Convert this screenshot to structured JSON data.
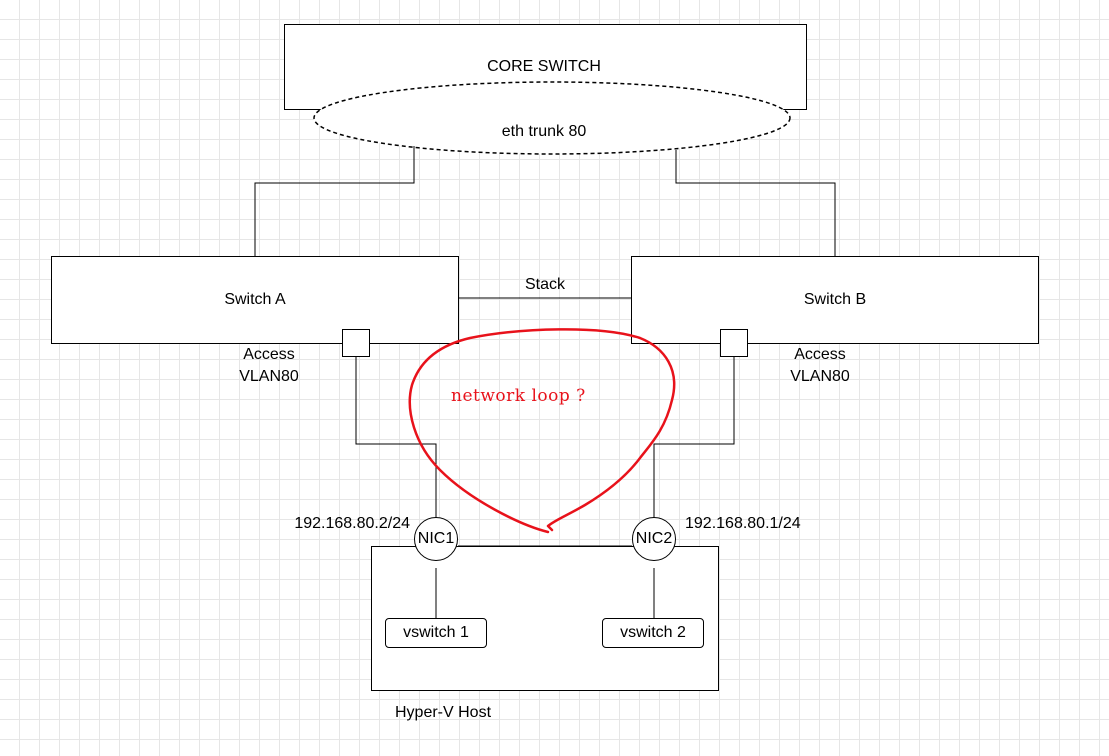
{
  "diagram": {
    "core_switch": {
      "label": "CORE SWITCH"
    },
    "trunk": {
      "label": "eth trunk 80"
    },
    "switch_a": {
      "label": "Switch A",
      "port_mode": "Access",
      "vlan": "VLAN80"
    },
    "switch_b": {
      "label": "Switch B",
      "port_mode": "Access",
      "vlan": "VLAN80"
    },
    "stack_link": {
      "label": "Stack"
    },
    "nic1": {
      "label": "NIC1",
      "ip": "192.168.80.2/24"
    },
    "nic2": {
      "label": "NIC2",
      "ip": "192.168.80.1/24"
    },
    "vswitch1": {
      "label": "vswitch 1"
    },
    "vswitch2": {
      "label": "vswitch 2"
    },
    "host": {
      "label": "Hyper-V Host"
    },
    "annotation": {
      "text": "network loop ?",
      "color": "#e8121b"
    }
  },
  "colors": {
    "grid": "#e6e6e6",
    "stroke": "#000000",
    "annotation": "#e8121b"
  }
}
